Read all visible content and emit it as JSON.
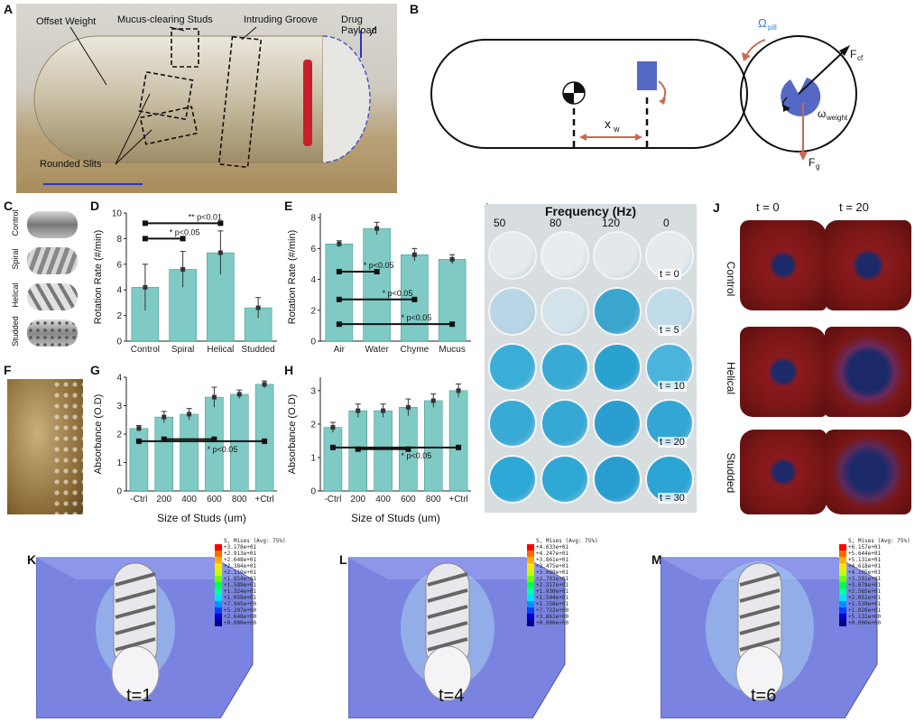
{
  "panels": {
    "A": "A",
    "B": "B",
    "C": "C",
    "D": "D",
    "E": "E",
    "F": "F",
    "G": "G",
    "H": "H",
    "I": "I",
    "J": "J",
    "K": "K",
    "L": "L",
    "M": "M"
  },
  "panel_a": {
    "offset_weight": "Offset Weight",
    "mucus_studs": "Mucus-clearing Studs",
    "intruding_groove": "Intruding Groove",
    "drug_payload": "Drug Payload",
    "rounded_slits": "Rounded Slits"
  },
  "panel_b": {
    "omega_pill": "Ω",
    "omega_pill_sub": "pill",
    "xw": "x",
    "xw_sub": "w",
    "fcf": "F",
    "fcf_sub": "cf",
    "omega_weight": "ω",
    "omega_weight_sub": "weight",
    "fg": "F",
    "fg_sub": "g"
  },
  "panel_c": {
    "labels": [
      "Control",
      "Spiral",
      "Helical",
      "Studded"
    ]
  },
  "panel_i": {
    "title": "Frequency (Hz)",
    "freqs": [
      "50",
      "80",
      "120",
      "0"
    ],
    "times": [
      "t = 0",
      "t = 5",
      "t = 10",
      "t = 20",
      "t = 30"
    ]
  },
  "panel_j": {
    "times": [
      "t = 0",
      "t = 20"
    ],
    "rows": [
      "Control",
      "Helical",
      "Studded"
    ]
  },
  "fem": {
    "legend_title": "S, Mises (Avg: 75%)",
    "panels": [
      {
        "t": "t=1",
        "values": [
          "+3.178e+01",
          "+2.913e+01",
          "+2.648e+01",
          "+2.384e+01",
          "+2.119e+01",
          "+1.854e+01",
          "+1.589e+01",
          "+1.324e+01",
          "+1.059e+01",
          "+7.945e+00",
          "+5.297e+00",
          "+2.648e+00",
          "+0.000e+00"
        ]
      },
      {
        "t": "t=4",
        "values": [
          "+4.633e+01",
          "+4.247e+01",
          "+3.861e+01",
          "+3.475e+01",
          "+3.089e+01",
          "+2.703e+01",
          "+2.317e+01",
          "+1.930e+01",
          "+1.544e+01",
          "+1.158e+01",
          "+7.722e+00",
          "+3.861e+00",
          "+0.000e+00"
        ]
      },
      {
        "t": "t=6",
        "values": [
          "+6.157e+01",
          "+5.644e+01",
          "+5.131e+01",
          "+4.618e+01",
          "+4.105e+01",
          "+3.591e+01",
          "+3.078e+01",
          "+2.565e+01",
          "+2.052e+01",
          "+1.539e+01",
          "+1.026e+01",
          "+5.131e+00",
          "+0.000e+00"
        ]
      }
    ],
    "legend_colors": [
      "#ff0000",
      "#ff6a00",
      "#ffb000",
      "#ffe600",
      "#c8ff00",
      "#6cff00",
      "#00ff40",
      "#00ffb0",
      "#00e0ff",
      "#0090ff",
      "#0040ff",
      "#0000d0",
      "#000090"
    ]
  },
  "chart_data": [
    {
      "id": "D",
      "type": "bar",
      "categories": [
        "Control",
        "Spiral",
        "Helical",
        "Studded"
      ],
      "values": [
        4.2,
        5.6,
        6.9,
        2.6
      ],
      "errors": [
        1.8,
        1.4,
        1.7,
        0.8
      ],
      "ylabel": "Rotation Rate (#/min)",
      "xlabel": "",
      "ylim": [
        0,
        10
      ],
      "yticks": [
        0,
        2,
        4,
        6,
        8,
        10
      ],
      "annotations": [
        {
          "text": "p<0.01",
          "stars": "**",
          "from": 0,
          "to": 2,
          "y": 9.2
        },
        {
          "text": "p<0.05",
          "stars": "*",
          "from": 0,
          "to": 1,
          "y": 8.0
        }
      ]
    },
    {
      "id": "E",
      "type": "bar",
      "categories": [
        "Air",
        "Water",
        "Chyme",
        "Mucus"
      ],
      "values": [
        6.3,
        7.3,
        5.6,
        5.3
      ],
      "errors": [
        0.2,
        0.4,
        0.4,
        0.3
      ],
      "ylabel": "Rotation Rate (#/min)",
      "xlabel": "",
      "ylim": [
        0,
        8.3
      ],
      "yticks": [
        0,
        2,
        4,
        6,
        8
      ],
      "annotations": [
        {
          "text": "p<0.05",
          "stars": "*",
          "from": 0,
          "to": 1,
          "y": 4.5
        },
        {
          "text": "p<0.05",
          "stars": "*",
          "from": 0,
          "to": 2,
          "y": 2.7
        },
        {
          "text": "p<0.05",
          "stars": "*",
          "from": 0,
          "to": 3,
          "y": 1.1
        }
      ]
    },
    {
      "id": "G",
      "type": "bar",
      "categories": [
        "-Ctrl",
        "200",
        "400",
        "600",
        "800",
        "+Ctrl"
      ],
      "values": [
        2.2,
        2.6,
        2.7,
        3.3,
        3.4,
        3.75
      ],
      "errors": [
        0.1,
        0.2,
        0.2,
        0.35,
        0.15,
        0.12
      ],
      "ylabel": "Absorbance (O.D)",
      "xlabel": "Size of Studs (um)",
      "ylim": [
        0,
        4
      ],
      "yticks": [
        0,
        1,
        2,
        3,
        4
      ],
      "annotations": [
        {
          "text": "p<0.05",
          "stars": "*",
          "from": 0,
          "to": 5,
          "y": 1.75
        },
        {
          "text": "",
          "stars": "",
          "from": 1,
          "to": 3,
          "y": 1.82
        }
      ]
    },
    {
      "id": "H",
      "type": "bar",
      "categories": [
        "-Ctrl",
        "200",
        "400",
        "600",
        "800",
        "+Ctrl"
      ],
      "values": [
        1.9,
        2.4,
        2.4,
        2.5,
        2.7,
        3.0
      ],
      "errors": [
        0.15,
        0.2,
        0.2,
        0.25,
        0.2,
        0.2
      ],
      "ylabel": "Absorbance (O.D)",
      "xlabel": "Size of Studs (um)",
      "ylim": [
        0,
        3.4
      ],
      "yticks": [
        0,
        1,
        2,
        3
      ],
      "annotations": [
        {
          "text": "p<0.05",
          "stars": "*",
          "from": 0,
          "to": 5,
          "y": 1.3
        },
        {
          "text": "",
          "stars": "",
          "from": 1,
          "to": 3,
          "y": 1.25
        }
      ]
    }
  ]
}
